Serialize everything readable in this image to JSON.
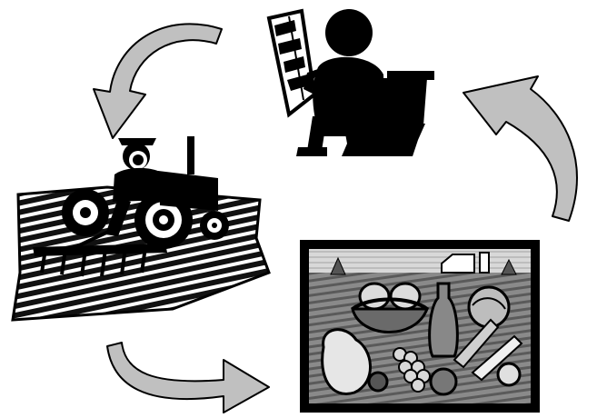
{
  "diagram": {
    "type": "cycle",
    "nodes": [
      {
        "id": "consumer",
        "icon": "person-on-toilet-reading-newspaper-icon"
      },
      {
        "id": "farmer",
        "icon": "farmer-on-tractor-plowing-field-icon"
      },
      {
        "id": "food",
        "icon": "harvest-food-still-life-icon"
      }
    ],
    "edges": [
      {
        "from": "consumer",
        "to": "farmer",
        "icon": "curved-arrow-icon"
      },
      {
        "from": "farmer",
        "to": "food",
        "icon": "curved-arrow-icon"
      },
      {
        "from": "food",
        "to": "consumer",
        "icon": "curved-arrow-icon"
      }
    ],
    "colors": {
      "arrow_fill": "#c0c0c0",
      "arrow_stroke": "#000000",
      "ink": "#000000",
      "background": "#ffffff"
    }
  }
}
